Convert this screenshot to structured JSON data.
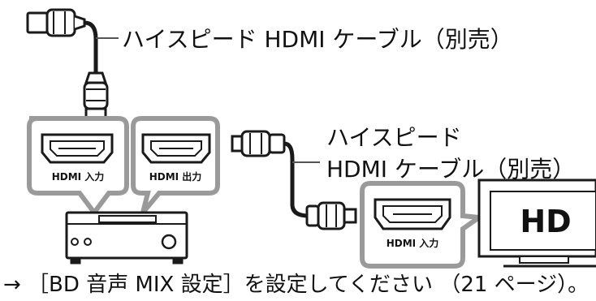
{
  "labels": {
    "cable_top": "ハイスピード HDMI ケーブル（別売）",
    "cable_mid_line1": "ハイスピード",
    "cable_mid_line2": "HDMI ケーブル（別売）",
    "footer": "→ ［BD 音声 MIX 設定］を設定してください （21 ページ）。"
  },
  "ports": {
    "amp_in": "HDMI 入力",
    "amp_out": "HDMI 出力",
    "tv_in": "HDMI 入力"
  },
  "tv": {
    "screen_text": "HD"
  },
  "colors": {
    "panel_border": "#9a9a9a",
    "line": "#1a1a1a",
    "port_fill": "#ffffff"
  }
}
